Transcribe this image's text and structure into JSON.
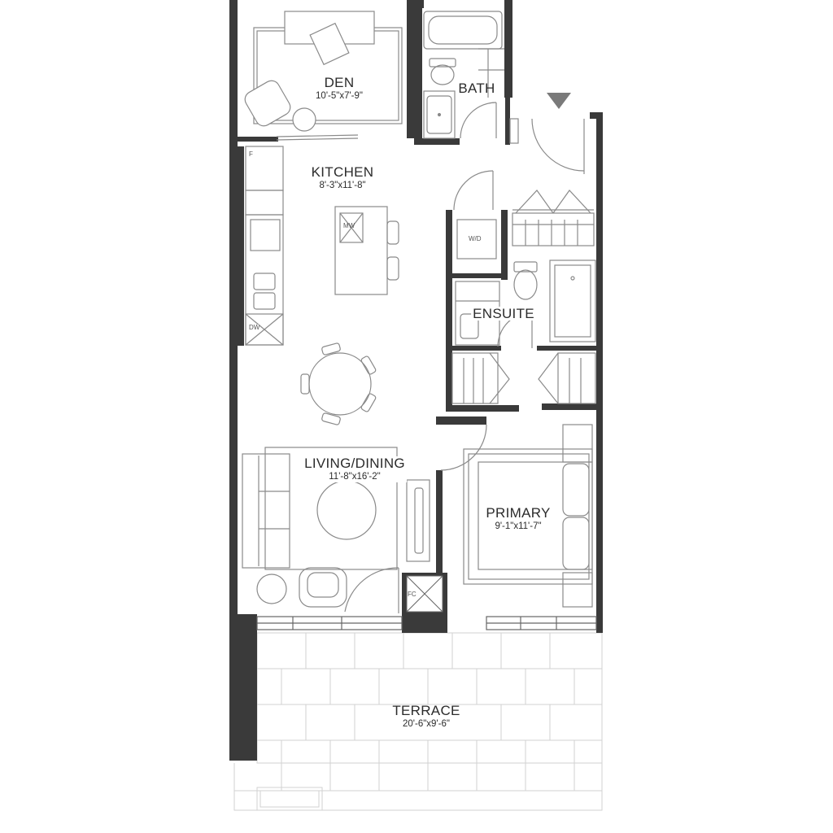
{
  "rooms": {
    "den": {
      "name": "DEN",
      "dims": "10'-5\"x7'-9\""
    },
    "bath": {
      "name": "BATH",
      "dims": ""
    },
    "kitchen": {
      "name": "KITCHEN",
      "dims": "8'-3\"x11'-8\""
    },
    "ensuite": {
      "name": "ENSUITE",
      "dims": ""
    },
    "living": {
      "name": "LIVING/DINING",
      "dims": "11'-8\"x16'-2\""
    },
    "primary": {
      "name": "PRIMARY",
      "dims": "9'-1\"x11'-7\""
    },
    "terrace": {
      "name": "TERRACE",
      "dims": "20'-6\"x9'-6\""
    }
  },
  "fixtures": {
    "fridge": "F",
    "microwave": "MW",
    "washer_dryer": "W/D",
    "dishwasher": "DW",
    "fan_coil": "FC"
  },
  "colors": {
    "wall": "#3a3a3a",
    "line": "#8a8a8a",
    "paving": "#d4d4d4",
    "text": "#2b2b2b",
    "entry_marker": "#7a7a7a"
  }
}
